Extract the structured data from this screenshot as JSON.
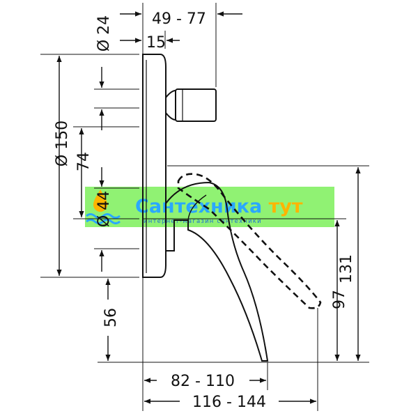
{
  "dimensions": {
    "top_outer": "49 - 77",
    "top_inner": "15",
    "dia_24": "Ø 24",
    "dia_150": "Ø 150",
    "v_74": "74",
    "dia_44": "Ø 44",
    "v_56": "56",
    "v_131": "131",
    "v_97": "97",
    "bottom_inner": "82 - 110",
    "bottom_outer": "116 - 144"
  },
  "watermark": {
    "title_main": "Сантехника",
    "title_accent": "тут",
    "subtitle": "интернет-магазин сантехники"
  },
  "colors": {
    "ink": "#111111",
    "watermark_band": "#7df05a",
    "watermark_text": "#2aa8ff",
    "watermark_accent": "#ffb400"
  }
}
